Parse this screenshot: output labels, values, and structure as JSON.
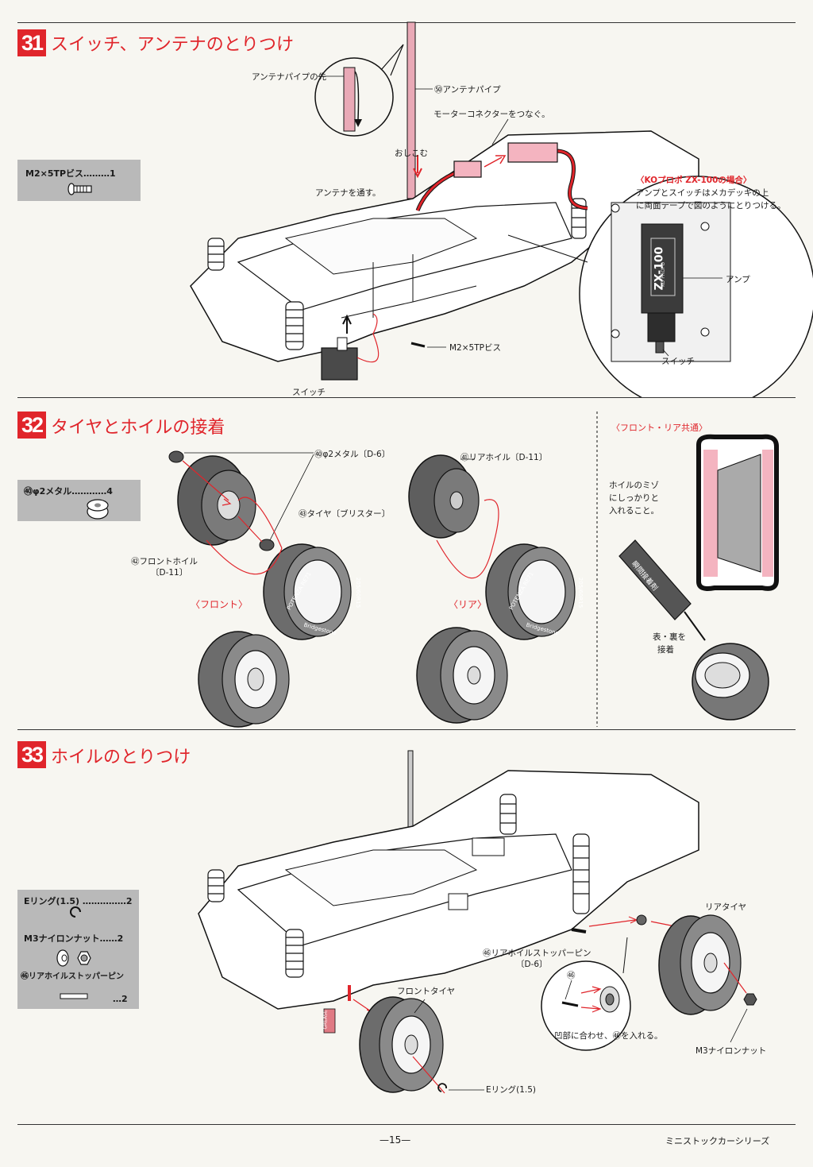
{
  "section31": {
    "number": "31",
    "title": "スイッチ、アンテナのとりつけ",
    "parts": [
      {
        "name": "M2×5TPビス",
        "qty": "1",
        "icon": "screw-icon"
      }
    ],
    "labels": {
      "antenna_tip": "アンテナパイプの先",
      "antenna_pipe": "㊿アンテナパイプ",
      "motor_connector": "モーターコネクターをつなぐ。",
      "push_in": "おしこむ",
      "pass_antenna": "アンテナを通す。",
      "screw": "M2×5TPビス",
      "switch": "スイッチ",
      "ko_title": "〈KOプロポ ZX-100の場合〉",
      "ko_text1": "アンプとスイッチはメカデッキの上",
      "ko_text2": "に両面テープで図のようにとりつける。",
      "amp": "アンプ",
      "switch2": "スイッチ",
      "amp_label": "ZX-100",
      "amp_brand": "KO PROPO"
    }
  },
  "section32": {
    "number": "32",
    "title": "タイヤとホイルの接着",
    "parts": [
      {
        "name": "㊵φ2メタル",
        "qty": "4",
        "icon": "metal-bushing-icon"
      }
    ],
    "labels": {
      "metal": "㊵φ2メタル〔D-6〕",
      "rear_wheel": "㊶リアホイル〔D-11〕",
      "tire": "㊸タイヤ〔ブリスター〕",
      "front_wheel": "㊷フロントホイル",
      "front_wheel_code": "〔D-11〕",
      "front": "〈フロント〉",
      "rear": "〈リア〉",
      "common_title": "〈フロント・リア共通〉",
      "groove1": "ホイルのミゾ",
      "groove2": "にしっかりと",
      "groove3": "入れること。",
      "glue1": "表・裏を",
      "glue2": "接着",
      "glue_bottle": "瞬間接着剤",
      "tire_brand": "POTENZA RE71",
      "tire_size": "205/60R15",
      "tire_maker": "Bridgestone"
    }
  },
  "section33": {
    "number": "33",
    "title": "ホイルのとりつけ",
    "parts": [
      {
        "name": "Eリング(1.5)",
        "qty": "2",
        "icon": "e-ring-icon"
      },
      {
        "name": "M3ナイロンナット",
        "qty": "2",
        "icon": "nylon-nut-icon"
      },
      {
        "name": "㊻リアホイルストッパーピン",
        "qty": "2",
        "icon": "stopper-pin-icon"
      }
    ],
    "labels": {
      "rear_tire": "リアタイヤ",
      "stopper_pin": "㊻リアホイルストッパーピン",
      "stopper_pin_code": "〔D-6〕",
      "front_tire": "フロントタイヤ",
      "pin_num": "㊻",
      "align": "凹部に合わせ、㊻を入れる。",
      "nylon_nut": "M3ナイロンナット",
      "e_ring": "Eリング(1.5)",
      "grease": "GREASE"
    }
  },
  "footer": {
    "page": "—15—",
    "series": "ミニストックカーシリーズ"
  }
}
